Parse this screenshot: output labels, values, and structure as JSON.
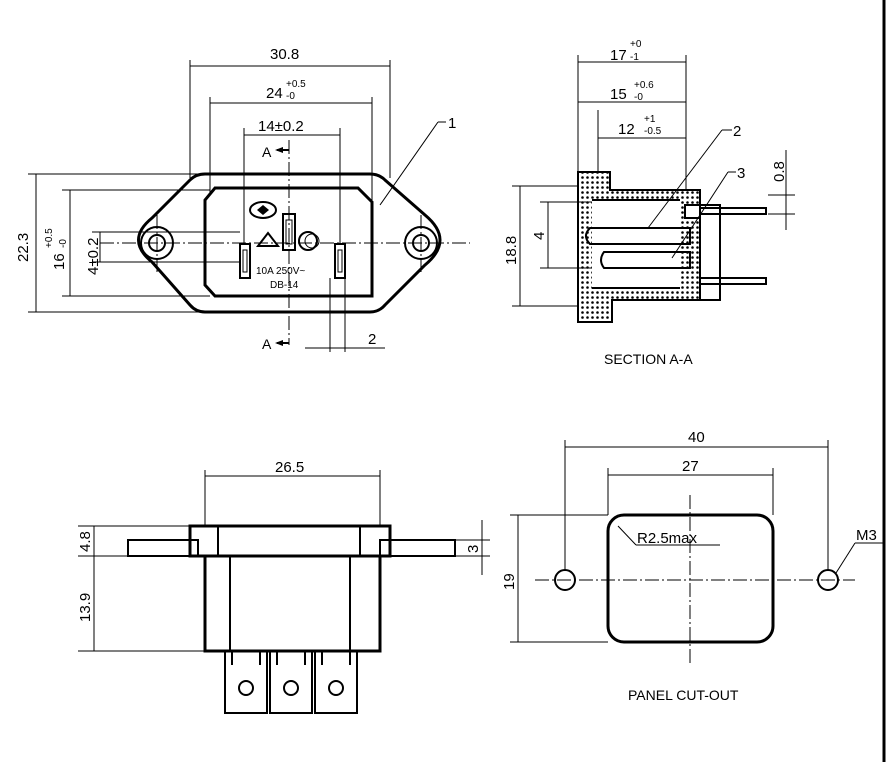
{
  "front_view": {
    "dim_width_outer": "30.8",
    "dim_width_body": "24",
    "dim_width_body_tol_upper": "+0.5",
    "dim_width_body_tol_lower": "-0",
    "dim_pin_span": "14±0.2",
    "dim_height_outer": "22.3",
    "dim_height_body": "16",
    "dim_height_body_tol_upper": "+0.5",
    "dim_height_body_tol_lower": "-0",
    "dim_pin_offset": "4±0.2",
    "dim_pin_width": "2",
    "section_mark": "A",
    "callout_1": "1",
    "rating_line1": "10A 250V~",
    "rating_line2": "DB-14"
  },
  "section_view": {
    "dim_depth_total": "17",
    "dim_depth_total_tol_upper": "+0",
    "dim_depth_total_tol_lower": "-1",
    "dim_depth_mid": "15",
    "dim_depth_mid_tol_upper": "+0.6",
    "dim_depth_mid_tol_lower": "-0",
    "dim_depth_inner": "12",
    "dim_depth_inner_tol_upper": "+1",
    "dim_depth_inner_tol_lower": "-0.5",
    "dim_height": "18.8",
    "dim_small": "4",
    "dim_thickness": "0.8",
    "callout_2": "2",
    "callout_3": "3",
    "caption": "SECTION A-A"
  },
  "side_view": {
    "dim_width": "26.5",
    "dim_flange": "4.8",
    "dim_body_depth": "13.9",
    "dim_flange_thick": "3"
  },
  "panel_cutout": {
    "dim_hole_spacing": "40",
    "dim_cutout_width": "27",
    "dim_cutout_height": "19",
    "dim_radius": "R2.5max",
    "dim_screw": "M3",
    "caption": "PANEL CUT-OUT"
  }
}
